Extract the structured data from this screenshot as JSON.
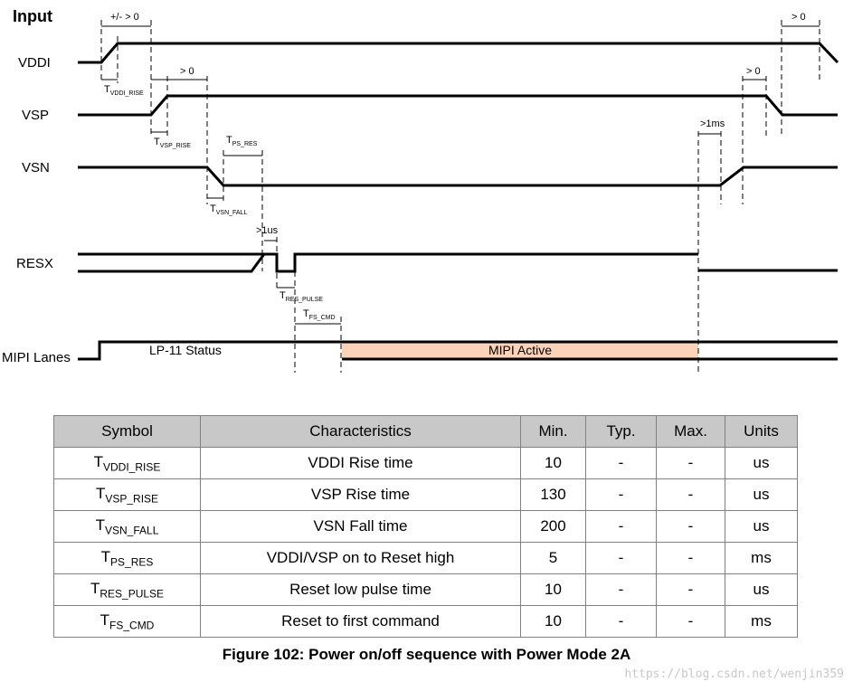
{
  "diagram": {
    "header": "Input",
    "signals": [
      "VDDI",
      "VSP",
      "VSN",
      "RESX",
      "MIPI Lanes"
    ],
    "annotations": {
      "vddi_delay": "+/- > 0",
      "vsp_delay": "> 0",
      "vddi_off_delay": "> 0",
      "vsp_off_delay": "> 0",
      "resx_pulse_gap": ">1us",
      "resx_off_delay": ">1ms"
    },
    "timing_labels": {
      "vddi_rise": {
        "main": "T",
        "sub": "VDDI_RISE"
      },
      "vsp_rise": {
        "main": "T",
        "sub": "VSP_RISE"
      },
      "vsn_fall": {
        "main": "T",
        "sub": "VSN_FALL"
      },
      "ps_res": {
        "main": "T",
        "sub": "PS_RES"
      },
      "res_pulse": {
        "main": "T",
        "sub": "RES_PULSE"
      },
      "fs_cmd": {
        "main": "T",
        "sub": "FS_CMD"
      }
    },
    "mipi": {
      "lp11": "LP-11 Status",
      "active": "MIPI Active",
      "active_color": "#fbd3b8"
    }
  },
  "table": {
    "headers": [
      "Symbol",
      "Characteristics",
      "Min.",
      "Typ.",
      "Max.",
      "Units"
    ],
    "rows": [
      {
        "sym": "T",
        "sub": "VDDI_RISE",
        "char": "VDDI Rise time",
        "min": "10",
        "typ": "-",
        "max": "-",
        "unit": "us"
      },
      {
        "sym": "T",
        "sub": "VSP_RISE",
        "char": "VSP Rise time",
        "min": "130",
        "typ": "-",
        "max": "-",
        "unit": "us"
      },
      {
        "sym": "T",
        "sub": "VSN_FALL",
        "char": "VSN Fall time",
        "min": "200",
        "typ": "-",
        "max": "-",
        "unit": "us"
      },
      {
        "sym": "T",
        "sub": "PS_RES",
        "char": "VDDI/VSP on to Reset high",
        "min": "5",
        "typ": "-",
        "max": "-",
        "unit": "ms"
      },
      {
        "sym": "T",
        "sub": "RES_PULSE",
        "char": "Reset low pulse time",
        "min": "10",
        "typ": "-",
        "max": "-",
        "unit": "us"
      },
      {
        "sym": "T",
        "sub": "FS_CMD",
        "char": "Reset to first command",
        "min": "10",
        "typ": "-",
        "max": "-",
        "unit": "ms"
      }
    ]
  },
  "caption": "Figure 102: Power on/off sequence with Power Mode 2A",
  "watermark": "https://blog.csdn.net/wenjin359"
}
